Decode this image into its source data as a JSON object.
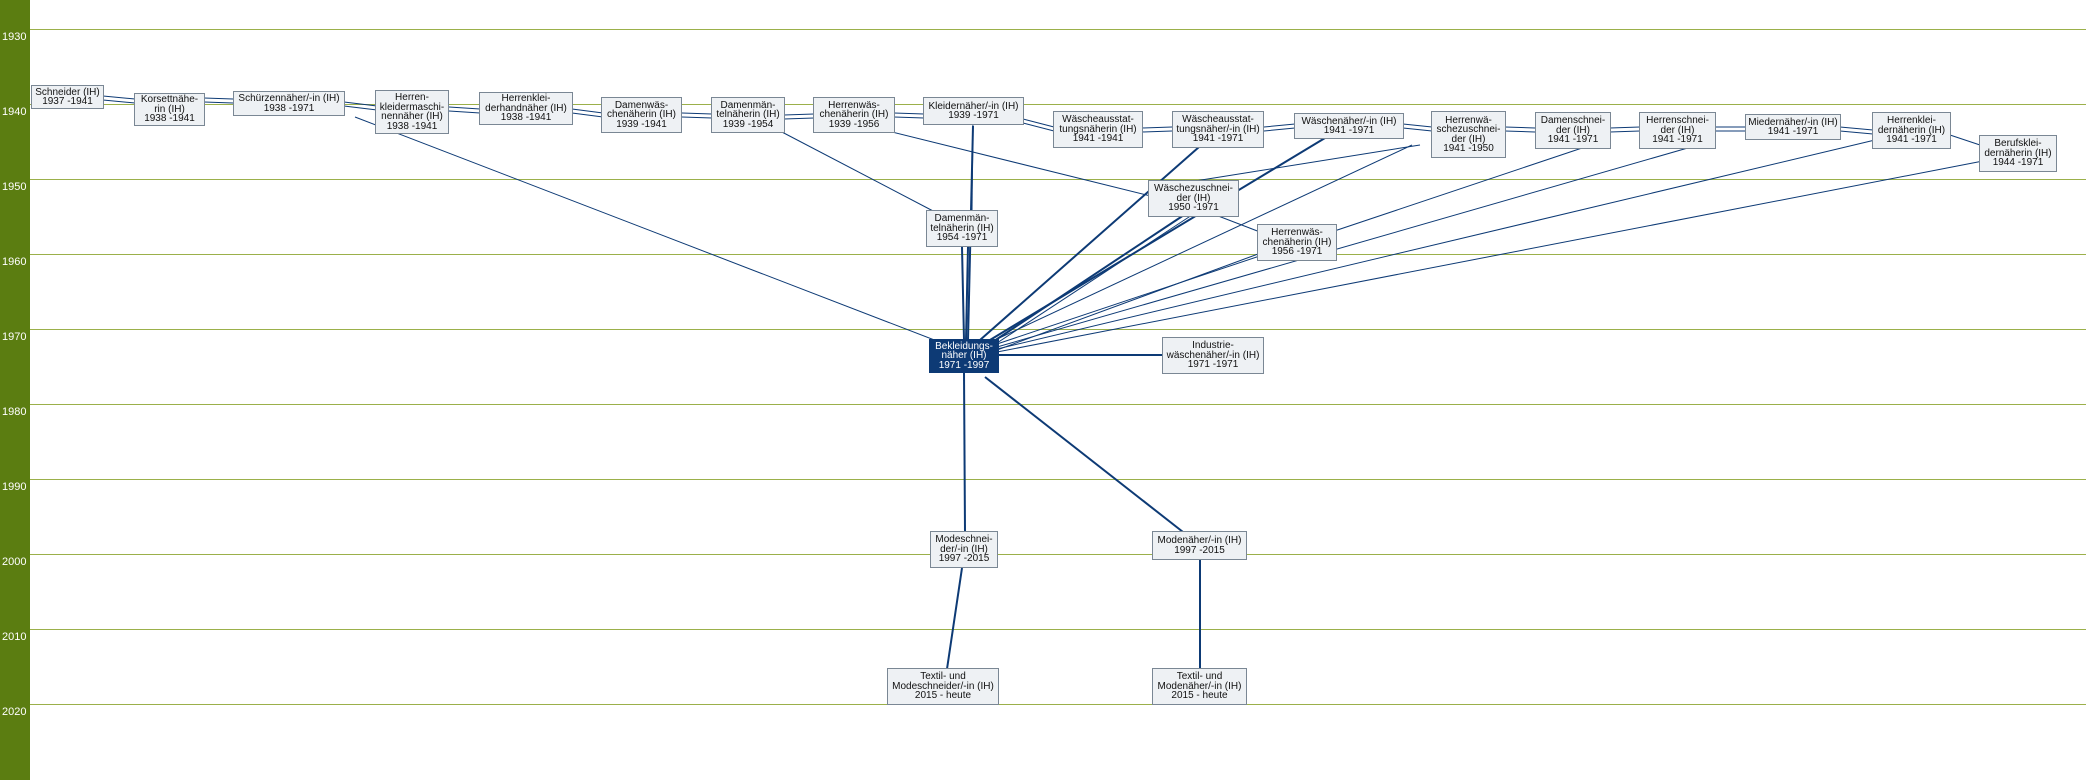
{
  "years": [
    "1930",
    "1940",
    "1950",
    "1960",
    "1970",
    "1980",
    "1990",
    "2000",
    "2010",
    "2020"
  ],
  "nodes": {
    "schneider": {
      "lines": [
        "Schneider (IH)",
        "1937 -1941"
      ]
    },
    "korsett": {
      "lines": [
        "Korsettnähe-",
        "rin (IH)",
        "1938 -1941"
      ]
    },
    "schuerzen": {
      "lines": [
        "Schürzennäher/-in (IH)",
        "1938 -1971"
      ]
    },
    "herren_maschinen": {
      "lines": [
        "Herren-",
        "kleidermaschi-",
        "nennäher (IH)",
        "1938 -1941"
      ]
    },
    "herren_hand": {
      "lines": [
        "Herrenklei-",
        "derhandnäher (IH)",
        "1938 -1941"
      ]
    },
    "damenwaesche": {
      "lines": [
        "Damenwäs-",
        "chenäherin (IH)",
        "1939 -1941"
      ]
    },
    "damenmantel_1939": {
      "lines": [
        "Damenmän-",
        "telnäherin (IH)",
        "1939 -1954"
      ]
    },
    "herrenwaesche_1939": {
      "lines": [
        "Herrenwäs-",
        "chenäherin (IH)",
        "1939 -1956"
      ]
    },
    "kleider": {
      "lines": [
        "Kleidernäher/-in (IH)",
        "1939 -1971"
      ]
    },
    "waescheausst_in": {
      "lines": [
        "Wäscheausstat-",
        "tungsnäherin (IH)",
        "1941 -1941"
      ]
    },
    "waescheausst_er": {
      "lines": [
        "Wäscheausstat-",
        "tungsnäher/-in (IH)",
        "1941 -1971"
      ]
    },
    "waeschenaeher": {
      "lines": [
        "Wäschenäher/-in (IH)",
        "1941 -1971"
      ]
    },
    "herrenwaesche_zuschn": {
      "lines": [
        "Herrenwä-",
        "schezuschnei-",
        "der (IH)",
        "1941 -1950"
      ]
    },
    "damenschneider": {
      "lines": [
        "Damenschnei-",
        "der (IH)",
        "1941 -1971"
      ]
    },
    "herrenschneider": {
      "lines": [
        "Herrenschnei-",
        "der (IH)",
        "1941 -1971"
      ]
    },
    "mieder": {
      "lines": [
        "Miedernäher/-in (IH)",
        "1941 -1971"
      ]
    },
    "herrenkleider_1941": {
      "lines": [
        "Herrenklei-",
        "dernäherin (IH)",
        "1941 -1971"
      ]
    },
    "berufskleider": {
      "lines": [
        "Berufsklei-",
        "dernäherin (IH)",
        "1944 -1971"
      ]
    },
    "waeschezuschneider": {
      "lines": [
        "Wäschezuschnei-",
        "der (IH)",
        "1950 -1971"
      ]
    },
    "damenmantel_1954": {
      "lines": [
        "Damenmän-",
        "telnäherin (IH)",
        "1954 -1971"
      ]
    },
    "herrenwaesche_1956": {
      "lines": [
        "Herrenwäs-",
        "chenäherin (IH)",
        "1956 -1971"
      ]
    },
    "bekleidung": {
      "lines": [
        "Bekleidungs-",
        "näher (IH)",
        "1971 -1997"
      ]
    },
    "industrie": {
      "lines": [
        "Industrie-",
        "wäschenäher/-in (IH)",
        "1971 -1971"
      ]
    },
    "modeschneider": {
      "lines": [
        "Modeschnei-",
        "der/-in (IH)",
        "1997 -2015"
      ]
    },
    "modenaeher": {
      "lines": [
        "Modenäher/-in (IH)",
        "1997 -2015"
      ]
    },
    "textil_schneider": {
      "lines": [
        "Textil- und",
        "Modeschneider/-in (IH)",
        "2015 - heute"
      ]
    },
    "textil_naeher": {
      "lines": [
        "Textil- und",
        "Modenäher/-in (IH)",
        "2015 - heute"
      ]
    }
  }
}
